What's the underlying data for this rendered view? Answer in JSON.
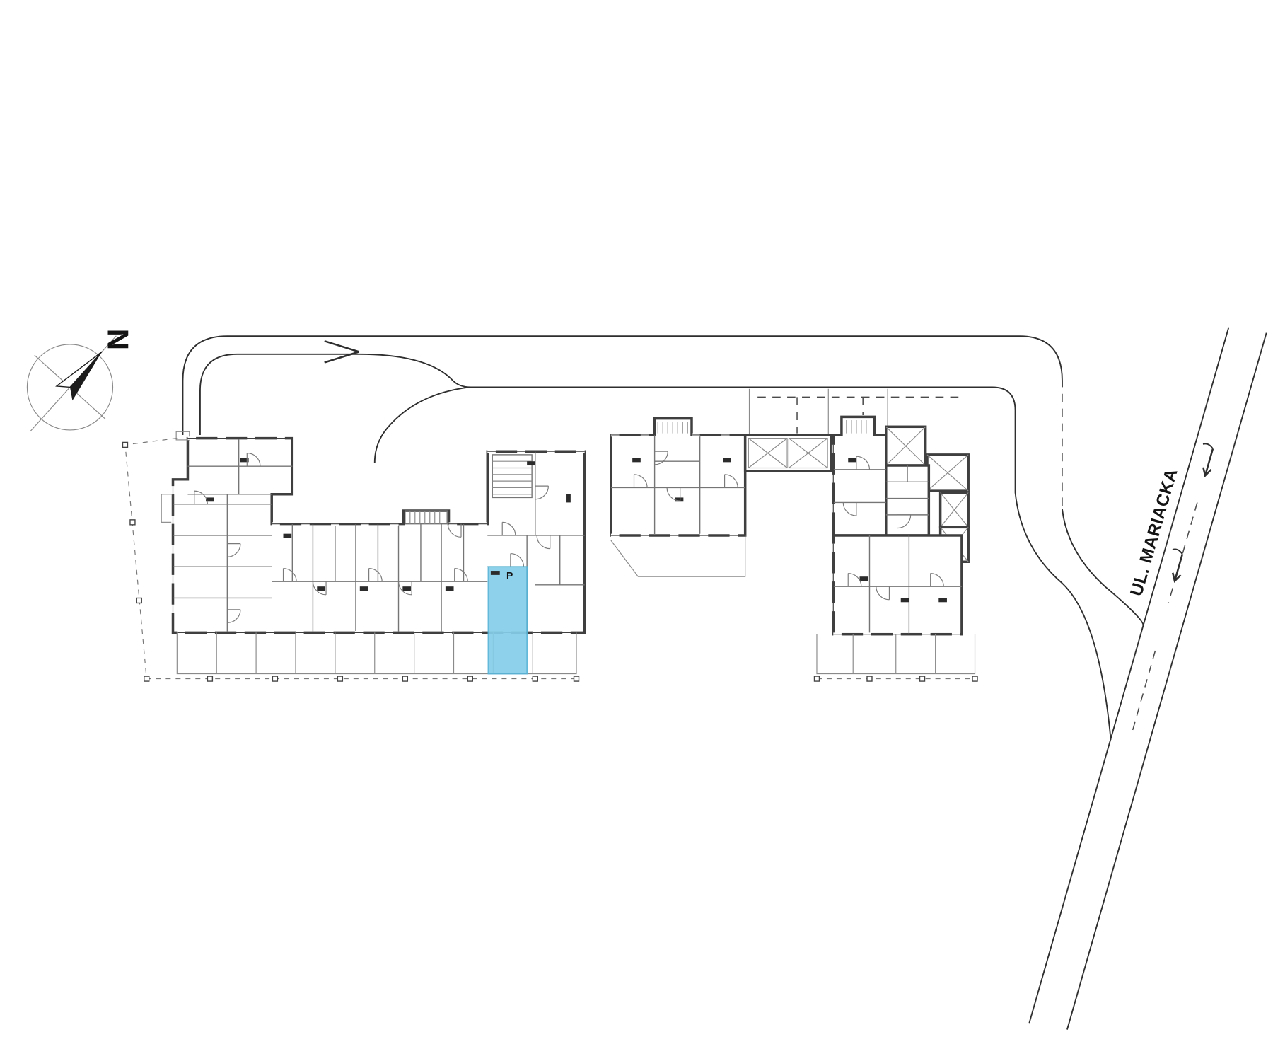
{
  "compass": {
    "north_label": "N"
  },
  "street": {
    "name": "UL. MARIACKA"
  },
  "highlighted_unit": {
    "label": "P",
    "fill": "#84CEE9",
    "stroke": "#56B4D6"
  },
  "colors": {
    "background": "#FFFFFF",
    "wall": "#3F3F3F",
    "partition": "#757575",
    "road": "#2E2E2E",
    "boundary": "#787878",
    "needle": "#1C1C1C",
    "highlight": "#84CEE9"
  }
}
